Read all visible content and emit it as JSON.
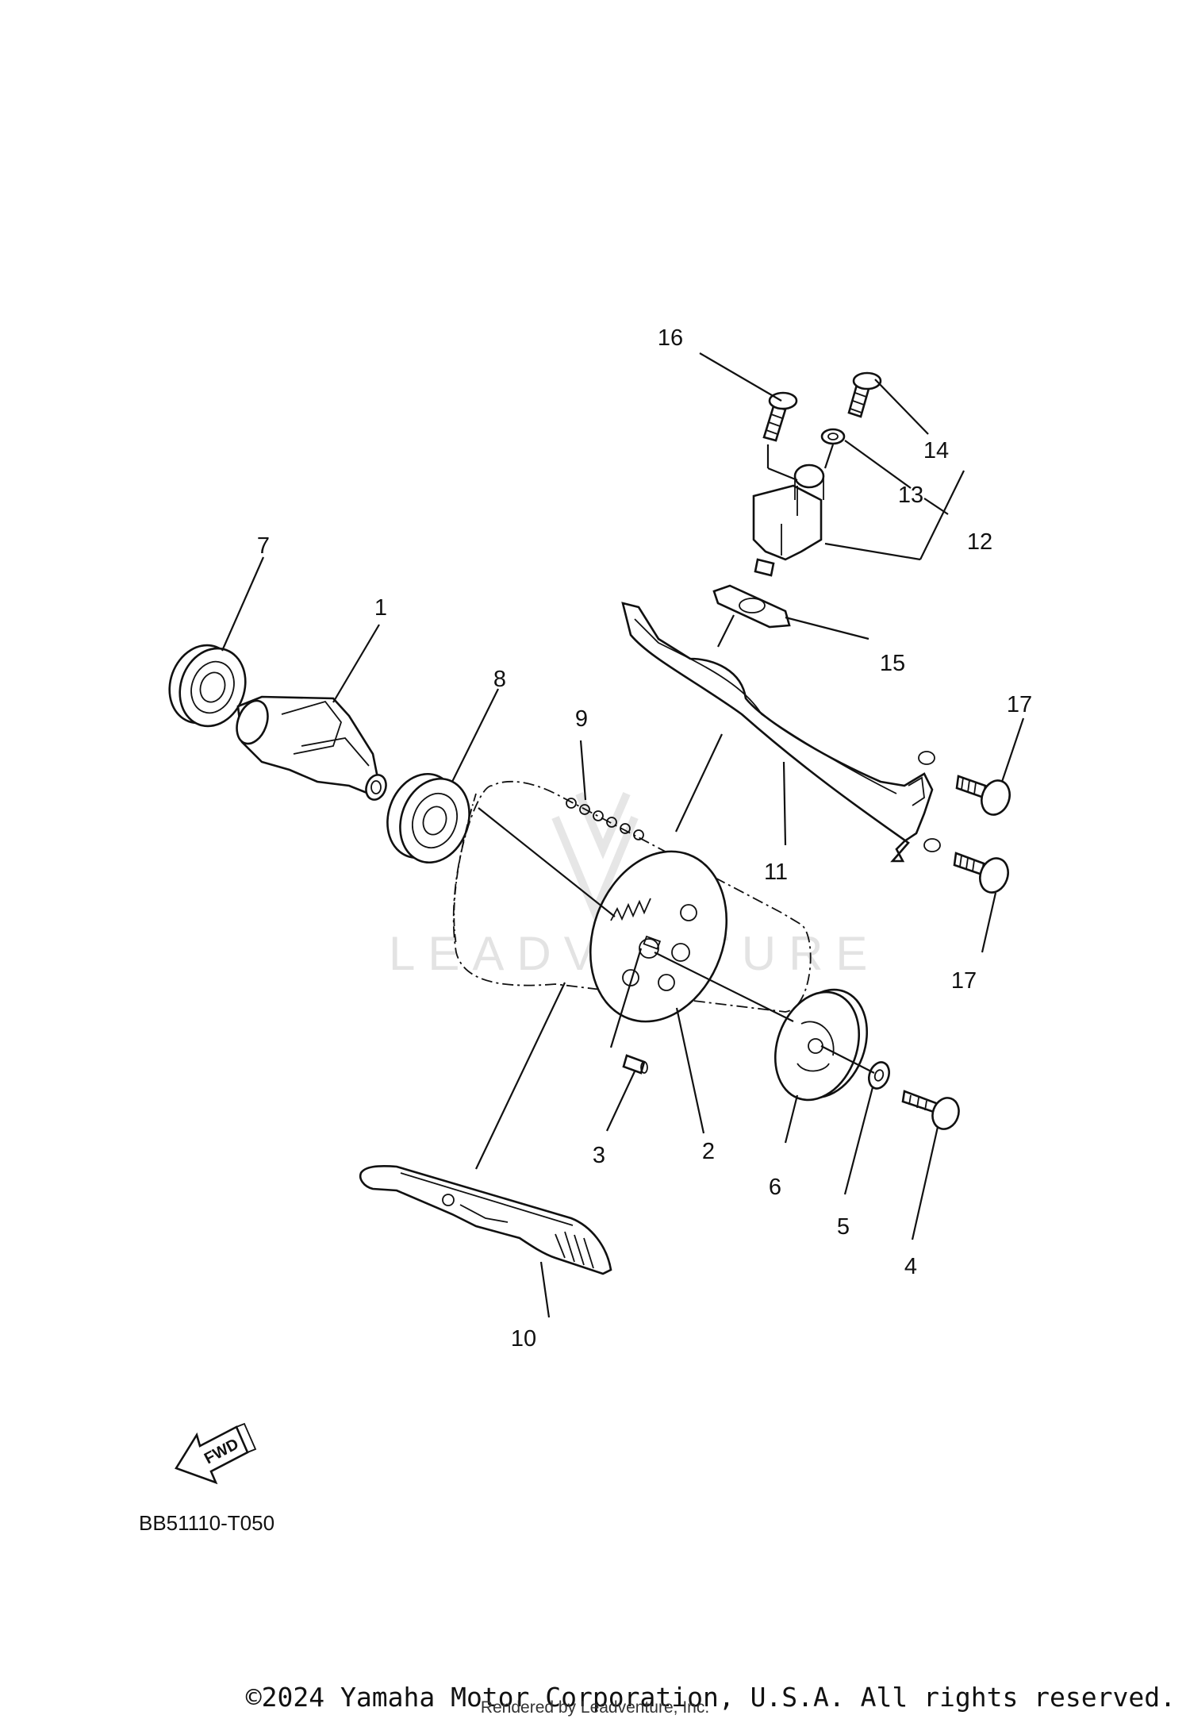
{
  "diagram": {
    "code": "BB51110-T050",
    "copyright": "©2024 Yamaha Motor Corporation, U.S.A. All rights reserved.",
    "rendered_by": "Rendered by Leadventure, Inc.",
    "watermark": "LEADVENTURE",
    "fwd_label": "FWD",
    "callouts": [
      "1",
      "2",
      "3",
      "4",
      "5",
      "6",
      "7",
      "8",
      "9",
      "10",
      "11",
      "12",
      "13",
      "14",
      "15",
      "16",
      "17",
      "17"
    ],
    "parts": [
      {
        "id": "1",
        "name": "camshaft"
      },
      {
        "id": "2",
        "name": "cam-sprocket"
      },
      {
        "id": "3",
        "name": "dowel-pin"
      },
      {
        "id": "4",
        "name": "bolt"
      },
      {
        "id": "5",
        "name": "washer"
      },
      {
        "id": "6",
        "name": "plate"
      },
      {
        "id": "7",
        "name": "bearing"
      },
      {
        "id": "8",
        "name": "bearing"
      },
      {
        "id": "9",
        "name": "cam-chain"
      },
      {
        "id": "10",
        "name": "chain-guide"
      },
      {
        "id": "11",
        "name": "tensioner-guide"
      },
      {
        "id": "12",
        "name": "tensioner-assembly"
      },
      {
        "id": "13",
        "name": "gasket"
      },
      {
        "id": "14",
        "name": "bolt"
      },
      {
        "id": "15",
        "name": "gasket"
      },
      {
        "id": "16",
        "name": "bolt"
      },
      {
        "id": "17",
        "name": "bolt"
      }
    ]
  }
}
